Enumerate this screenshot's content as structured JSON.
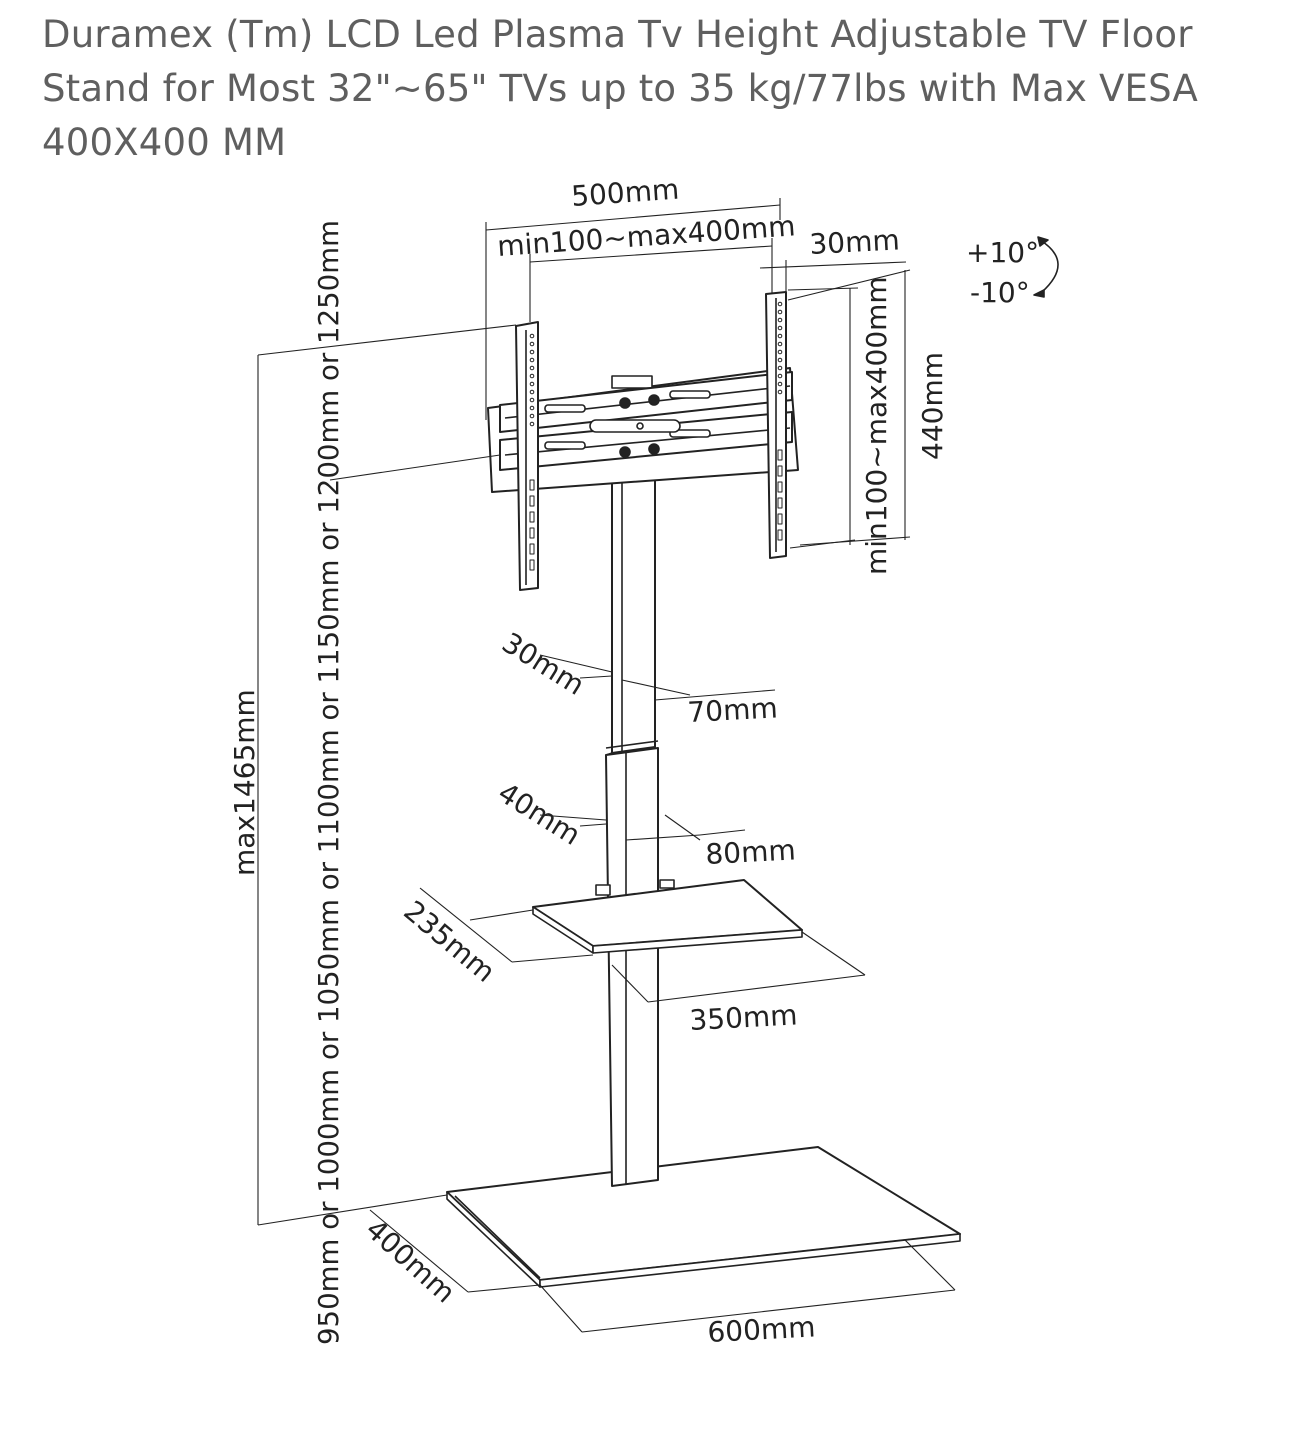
{
  "product": {
    "title": "Duramex (Tm) LCD Led Plasma Tv Height Adjustable TV Floor Stand for Most 32\"~65\" TVs up to 35 kg/77lbs with Max VESA 400X400 MM"
  },
  "diagram": {
    "labels": {
      "bracket_width": "500mm",
      "vesa_horizontal": "min100~max400mm",
      "bracket_depth": "30mm",
      "tilt_up": "+10°",
      "tilt_down": "-10°",
      "vesa_vertical": "min100~max400mm",
      "bracket_height": "440mm",
      "upper_pole_depth": "30mm",
      "upper_pole_width": "70mm",
      "lower_pole_depth": "40mm",
      "lower_pole_width": "80mm",
      "shelf_depth": "235mm",
      "shelf_width": "350mm",
      "base_depth": "400mm",
      "base_width": "600mm",
      "max_height": "max1465mm",
      "height_options": "950mm or 1000mm or 1050mm or 1100mm or 1150mm or 1200mm or 1250mm"
    }
  }
}
